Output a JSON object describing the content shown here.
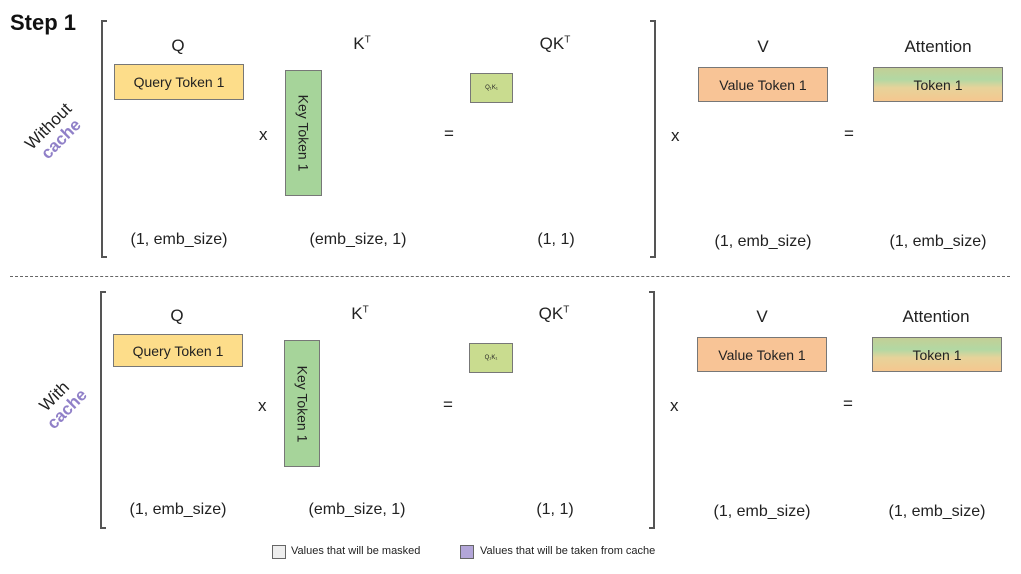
{
  "title": "Step 1",
  "sections": [
    {
      "side_line1": "Without",
      "side_line2": "cache",
      "q_label": "Q",
      "k_label": "K",
      "k_sup": "T",
      "qk_label": "QK",
      "qk_sup": "T",
      "v_label": "V",
      "att_label": "Attention",
      "q_box": "Query Token 1",
      "k_box": "Key Token 1",
      "qk_box": "Q₁K₁",
      "v_box": "Value Token 1",
      "att_box": "Token 1",
      "q_dim": "(1, emb_size)",
      "k_dim": "(emb_size, 1)",
      "qk_dim": "(1, 1)",
      "v_dim": "(1, emb_size)",
      "att_dim": "(1, emb_size)",
      "op_mul1": "x",
      "op_eq1": "=",
      "op_mul2": "x",
      "op_eq2": "="
    },
    {
      "side_line1": "With",
      "side_line2": "cache",
      "q_label": "Q",
      "k_label": "K",
      "k_sup": "T",
      "qk_label": "QK",
      "qk_sup": "T",
      "v_label": "V",
      "att_label": "Attention",
      "q_box": "Query Token 1",
      "k_box": "Key Token 1",
      "qk_box": "Q₁K₁",
      "v_box": "Value Token 1",
      "att_box": "Token 1",
      "q_dim": "(1, emb_size)",
      "k_dim": "(emb_size, 1)",
      "qk_dim": "(1, 1)",
      "v_dim": "(1, emb_size)",
      "att_dim": "(1, emb_size)",
      "op_mul1": "x",
      "op_eq1": "=",
      "op_mul2": "x",
      "op_eq2": "="
    }
  ],
  "legend": [
    {
      "label": "Values that will be masked",
      "color": "#eeeeee"
    },
    {
      "label": "Values that will be taken from cache",
      "color": "#b3a6d9"
    }
  ]
}
